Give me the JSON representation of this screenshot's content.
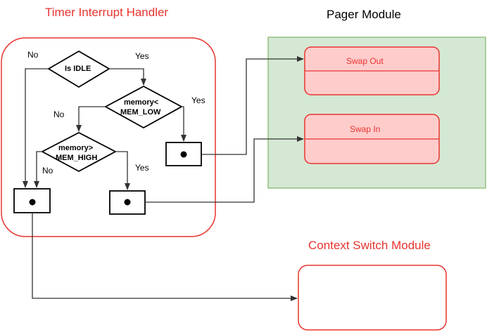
{
  "timer_handler": {
    "title": "Timer Interrupt Handler",
    "decisions": {
      "is_idle": "Is IDLE",
      "mem_low_line1": "memory<",
      "mem_low_line2": "MEM_LOW",
      "mem_high_line1": "memory>",
      "mem_high_line2": "MEM_HIGH"
    },
    "edge_labels": {
      "idle_no": "No",
      "idle_yes": "Yes",
      "low_yes": "Yes",
      "low_no": "No",
      "high_no": "No",
      "high_yes": "Yes"
    }
  },
  "pager_module": {
    "title": "Pager Module",
    "swap_out": "Swap Out",
    "swap_in": "Swap In"
  },
  "context_switch_module": {
    "title": "Context Switch Module"
  },
  "colors": {
    "accent_red": "#e8342f",
    "pager_fill": "#d5e8d4",
    "pager_border": "#82b366",
    "swap_fill": "#ffcccc",
    "line": "#333333"
  }
}
